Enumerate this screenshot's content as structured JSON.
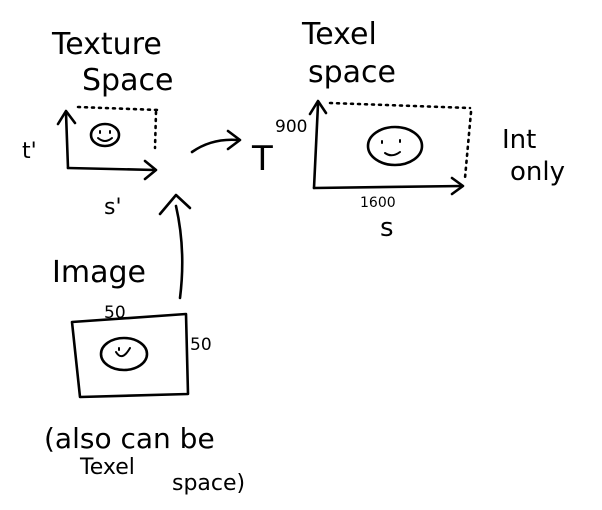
{
  "texture_space": {
    "title_line1": "Texture",
    "title_line2": "Space",
    "t_axis_label": "t'",
    "s_axis_label": "s'"
  },
  "transform": {
    "label": "T"
  },
  "texel_space": {
    "title_line1": "Texel",
    "title_line2": "space",
    "height_label": "900",
    "width_label": "1600",
    "s_axis_label": "s",
    "note_line1": "Int",
    "note_line2": "only"
  },
  "image": {
    "title": "Image",
    "width_label": "50",
    "height_label": "50",
    "note_line1": "(also can be",
    "note_line2": "Texel",
    "note_line3": "space)"
  }
}
